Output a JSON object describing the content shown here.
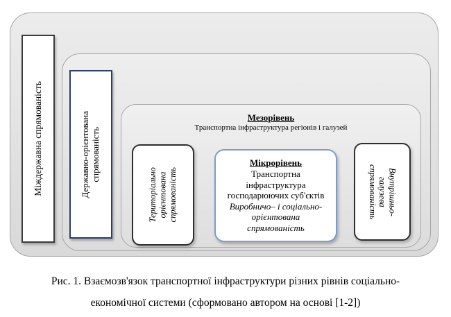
{
  "diagram": {
    "outer_label": "Міждержавна спрямованість",
    "state_label_line1": "Державно-орієнтована",
    "state_label_line2": "спрямованість",
    "meso_title": "Мезорівень",
    "meso_subtitle": "Транспортна інфраструктура регіонів і галузей",
    "territorial_line1": "Територіально",
    "territorial_line2": "орієнтована",
    "territorial_line3": "спрямованість",
    "micro_title": "Мікрорівень",
    "micro_line1": "Транспортна",
    "micro_line2": "інфраструктура",
    "micro_line3": "господарюючих суб'єктів",
    "micro_line4": "Виробничо– і соціально-",
    "micro_line5": "орієнтована",
    "micro_line6": "спрямованість",
    "internal_line1": "Внутрішньо-",
    "internal_line2": "галузева",
    "internal_line3": "спрямованість"
  },
  "caption": {
    "line1": "Рис. 1. Взаємозв'язок транспортної інфраструктури різних рівнів соціально-",
    "line2": "економічної системи (сформовано автором на основі [1-2])"
  }
}
